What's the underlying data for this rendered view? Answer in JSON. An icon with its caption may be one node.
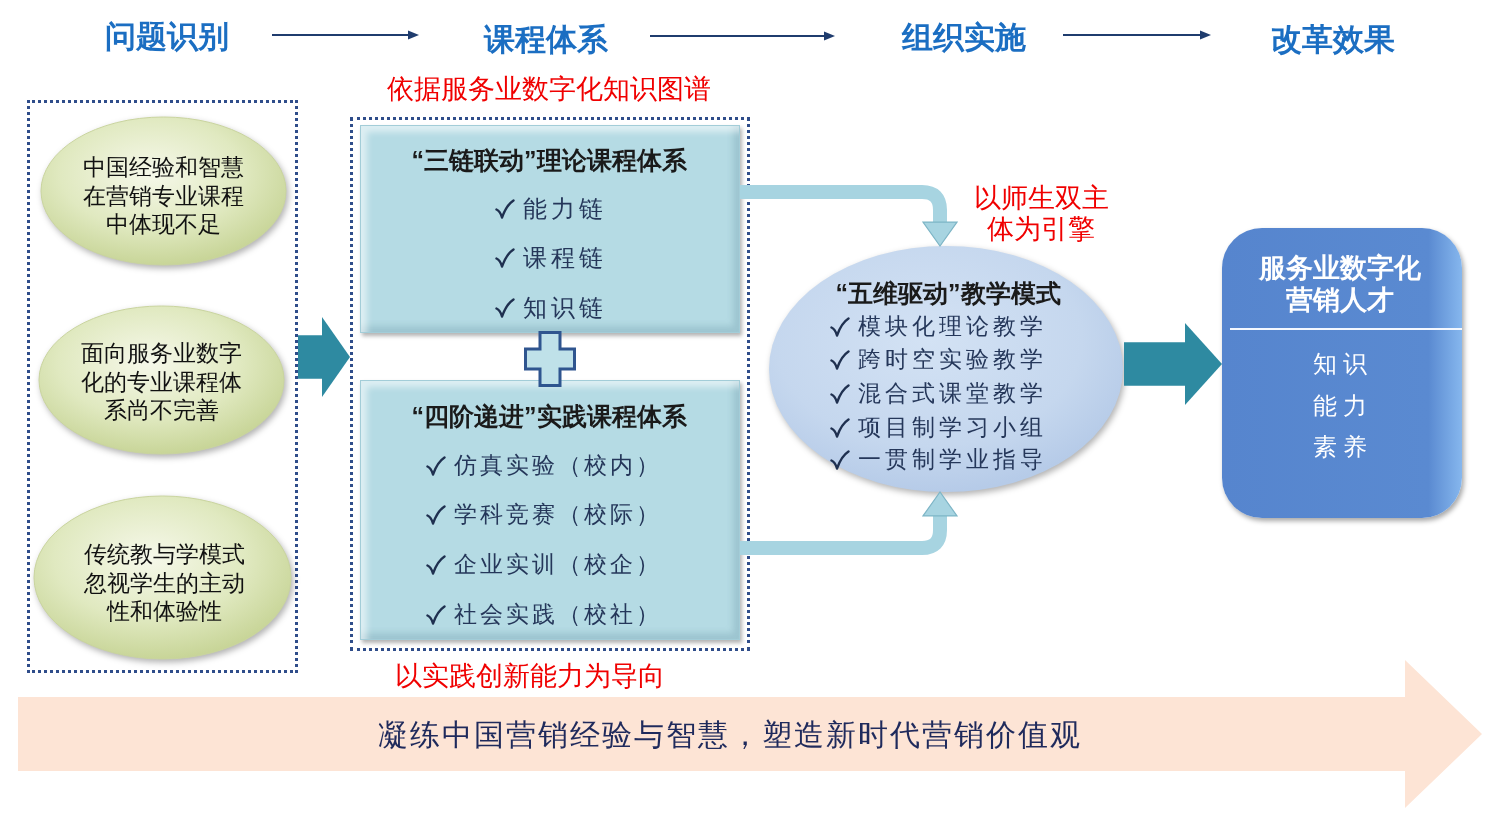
{
  "diagram": {
    "nodes": [
      {
        "text": [
          "问题识别"
        ]
      },
      {
        "text": [
          "课程体系"
        ]
      },
      {
        "text": [
          "组织实施"
        ]
      },
      {
        "text": [
          "改革效果"
        ]
      },
      {
        "text": [],
        "shape": "box"
      },
      {
        "text": [
          "中国经验和智慧在营销专业课程中体现不足"
        ],
        "in": 4
      },
      {
        "text": [
          "面向服务业数字化的专业课程体系尚不完善"
        ],
        "in": 4
      },
      {
        "text": [
          "传统教与学模式忽视学生的主动性和体验性"
        ],
        "in": 4
      },
      {
        "text": [
          "依据服务业数字化知识图谱"
        ],
        "beside": [
          "以实践创新能力为导向"
        ]
      },
      {
        "text": [
          "“三链联动”理论课程体系",
          "能力链",
          "课程链",
          "知识链"
        ],
        "in": 8
      },
      {
        "text": [
          "“四阶递进”实践课程体系",
          "仿真实验（校内）",
          "学科竞赛（校际）",
          "企业实训（校企）",
          "社会实践（校社）"
        ],
        "in": 8
      },
      {
        "text": [
          "“五维驱动”教学模式",
          "模块化理论教学",
          "跨时空实验教学",
          "混合式课堂教学",
          "项目制学习小组",
          "一贯制学业指导"
        ],
        "beside": [
          "以师生双主体为引擎"
        ]
      },
      {
        "text": [
          "服务业数字化营销人才",
          "知识",
          "能力",
          "素养"
        ]
      },
      {
        "text": [
          "凝练中国营销经验与智慧，塑造新时代营销价值观"
        ]
      }
    ],
    "edges": [
      {
        "from": 0,
        "to": 1,
        "arrow": "to"
      },
      {
        "from": 1,
        "to": 2,
        "arrow": "to"
      },
      {
        "from": 2,
        "to": 3,
        "arrow": "to"
      },
      {
        "from": 4,
        "to": 8,
        "arrow": "to",
        "style": "thick",
        "color": "#2e8aa1"
      },
      {
        "from": 9,
        "to": 11,
        "arrow": "to",
        "color": "#a7d4e1"
      },
      {
        "from": 10,
        "to": 11,
        "arrow": "to",
        "color": "#a7d4e1"
      },
      {
        "from": 11,
        "to": 12,
        "arrow": "to",
        "style": "thick",
        "color": "#2e8aa1"
      }
    ]
  }
}
